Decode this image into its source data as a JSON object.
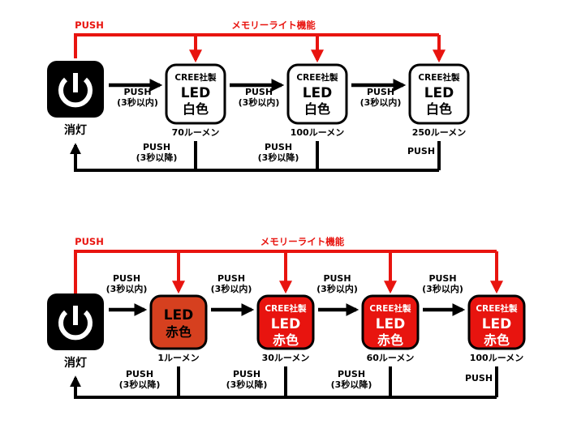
{
  "colors": {
    "red_line": "#e8140f",
    "red_box": "#e8140f",
    "dim_red_box": "#d6401f",
    "black": "#000000",
    "white": "#ffffff"
  },
  "diagrams": [
    {
      "push_top": "PUSH",
      "memory_label": "メモリーライト機能",
      "off_label": "消灯",
      "power_icon": "power-icon",
      "step_push": [
        "PUSH",
        "(3秒以内)"
      ],
      "return_push": [
        "PUSH",
        "(3秒以降)"
      ],
      "last_push": "PUSH",
      "modes": [
        {
          "lines": [
            "CREE社製",
            "LED",
            "白色"
          ],
          "lumen": "70ルーメン",
          "style": "white"
        },
        {
          "lines": [
            "CREE社製",
            "LED",
            "白色"
          ],
          "lumen": "100ルーメン",
          "style": "white"
        },
        {
          "lines": [
            "CREE社製",
            "LED",
            "白色"
          ],
          "lumen": "250ルーメン",
          "style": "white"
        }
      ]
    },
    {
      "push_top": "PUSH",
      "memory_label": "メモリーライト機能",
      "off_label": "消灯",
      "power_icon": "power-icon",
      "step_push": [
        "PUSH",
        "(3秒以内)"
      ],
      "return_push": [
        "PUSH",
        "(3秒以降)"
      ],
      "last_push": "PUSH",
      "modes": [
        {
          "lines": [
            "LED",
            "赤色"
          ],
          "lumen": "1ルーメン",
          "style": "dim-red"
        },
        {
          "lines": [
            "CREE社製",
            "LED",
            "赤色"
          ],
          "lumen": "30ルーメン",
          "style": "red"
        },
        {
          "lines": [
            "CREE社製",
            "LED",
            "赤色"
          ],
          "lumen": "60ルーメン",
          "style": "red"
        },
        {
          "lines": [
            "CREE社製",
            "LED",
            "赤色"
          ],
          "lumen": "100ルーメン",
          "style": "red"
        }
      ]
    }
  ]
}
